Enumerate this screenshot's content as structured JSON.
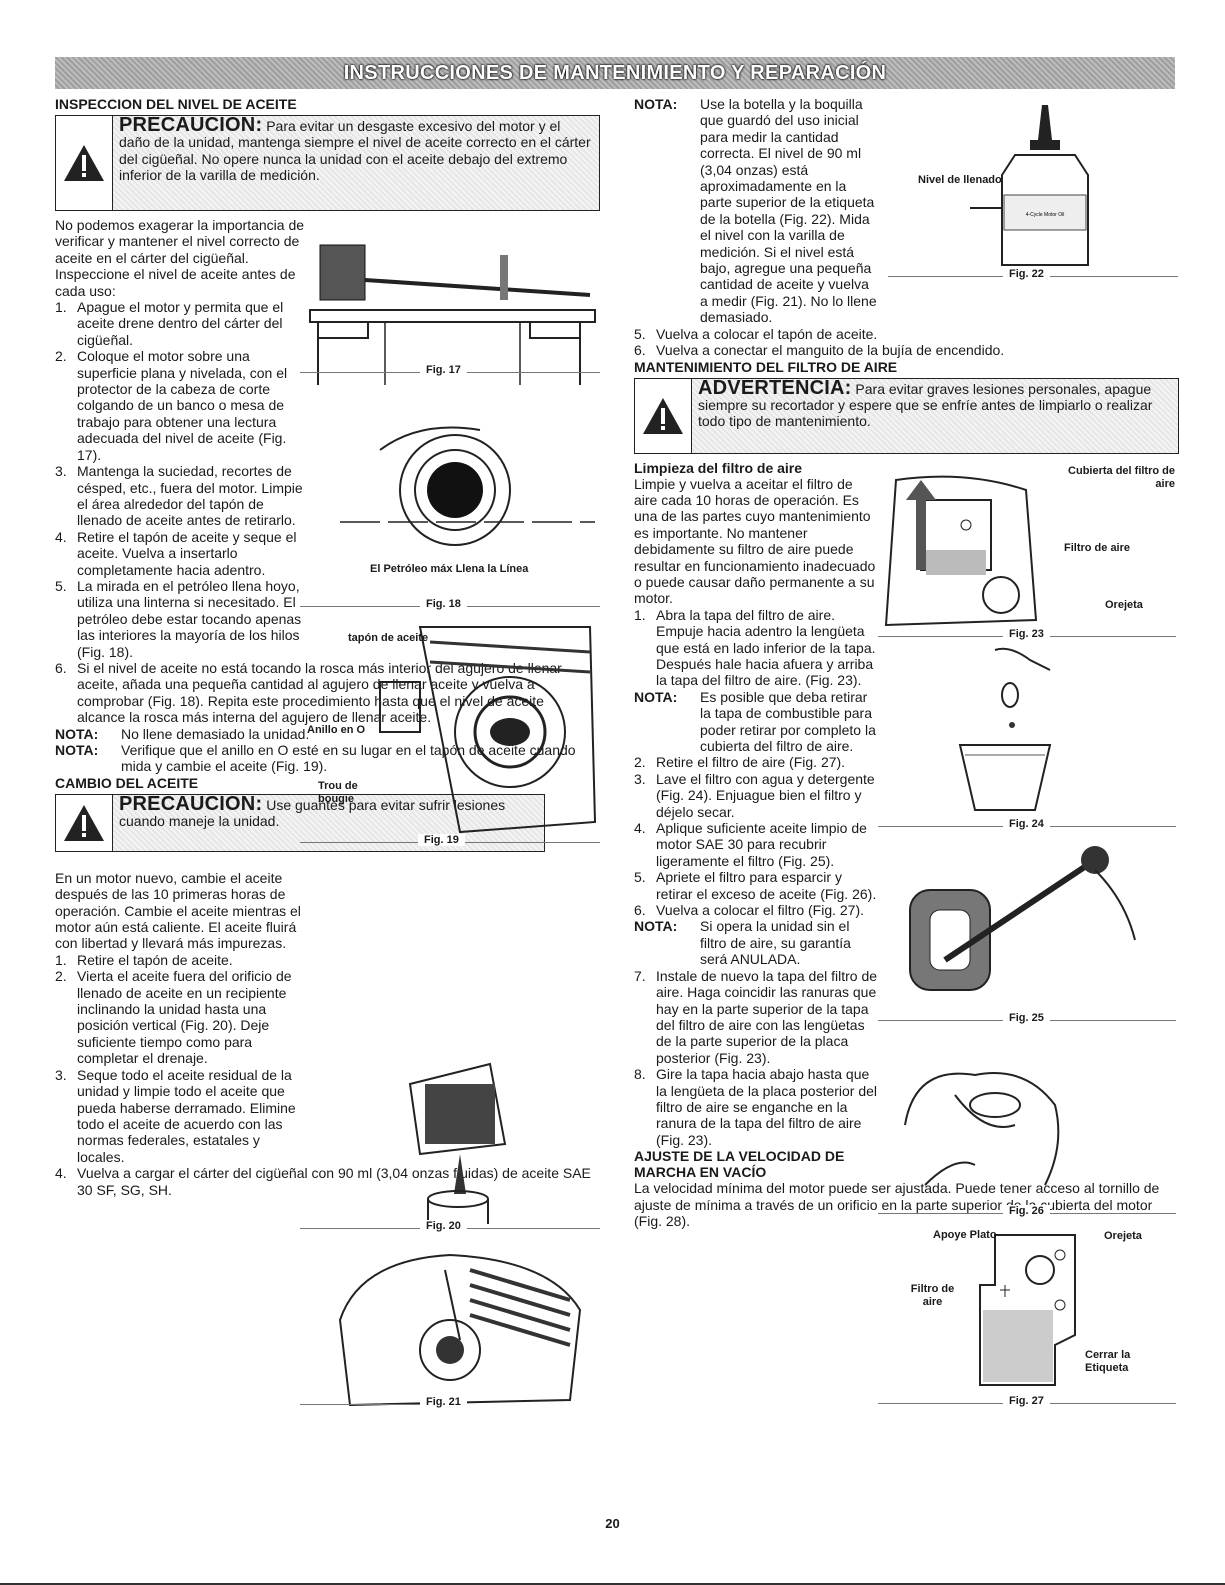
{
  "header": {
    "title": "INSTRUCCIONES DE MANTENIMIENTO Y REPARACIÓN"
  },
  "left": {
    "oil_check": {
      "heading": "INSPECCION DEL NIVEL DE ACEITE",
      "caution_kw": "PRECAUCION:",
      "caution_text": " Para evitar un desgaste excesivo del motor y el daño de la unidad, mantenga siempre el nivel de aceite correcto en el cárter del cigüeñal. No opere nunca la unidad con el aceite debajo del extremo inferior de la varilla de medición.",
      "intro": "No podemos exagerar la importancia de verificar y mantener el nivel correcto de aceite en el cárter del cigüeñal. Inspeccione el nivel de aceite antes de cada uso:",
      "steps": [
        {
          "n": "1.",
          "t": "Apague el motor y permita que el aceite drene dentro del cárter del cigüeñal."
        },
        {
          "n": "2.",
          "t": "Coloque el motor sobre una superficie plana y nivelada, con el protector de la cabeza de corte colgando de un banco o mesa de trabajo para obtener una lectura adecuada del nivel de aceite (Fig. 17)."
        },
        {
          "n": "3.",
          "t": "Mantenga la suciedad, recortes de césped, etc., fuera del motor. Limpie el área alrededor del tapón de llenado de aceite antes de retirarlo."
        },
        {
          "n": "4.",
          "t": "Retire el tapón de aceite y seque el aceite. Vuelva a insertarlo completamente hacia adentro."
        },
        {
          "n": "5.",
          "t": "La mirada en el petróleo llena hoyo, utiliza una linterna si necesitado. El petróleo debe estar tocando apenas las interiores la mayoría de los hilos (Fig. 18)."
        },
        {
          "n": "6.",
          "t": "Si el nivel de aceite no está tocando la rosca más interior del agujero de llenar aceite, añada una pequeña cantidad al agujero de llenar aceite y vuelva a comprobar (Fig. 18). Repita este procedimiento hasta que el nivel de aceite alcance la rosca más interna del agujero de llenar aceite."
        }
      ],
      "notes": [
        {
          "k": "NOTA:",
          "t": "No llene demasiado la unidad."
        },
        {
          "k": "NOTA:",
          "t": "Verifique que el anillo en O esté en su lugar en el tapón de aceite cuando mida y cambie el aceite (Fig. 19)."
        }
      ]
    },
    "oil_change": {
      "heading": "CAMBIO DEL ACEITE",
      "caution_kw": "PRECAUCION:",
      "caution_text": " Use guantes para evitar sufrir lesiones cuando maneje la unidad.",
      "intro": "En un motor nuevo, cambie el aceite después de las 10 primeras horas de operación. Cambie el aceite mientras el motor aún está caliente. El aceite fluirá con libertad y llevará más impurezas.",
      "steps": [
        {
          "n": "1.",
          "t": "Retire el tapón de aceite."
        },
        {
          "n": "2.",
          "t": "Vierta el aceite fuera del orificio de llenado de aceite en un recipiente inclinando la unidad hasta una posición vertical (Fig. 20). Deje suficiente tiempo como para completar el drenaje."
        },
        {
          "n": "3.",
          "t": "Seque todo el aceite residual de la unidad y limpie todo el aceite que pueda haberse derramado. Elimine todo el aceite de acuerdo con las normas federales, estatales y locales."
        },
        {
          "n": "4.",
          "t": "Vuelva a cargar el cárter del cigüeñal con 90 ml (3,04 onzas fluidas) de aceite SAE 30 SF, SG, SH."
        }
      ]
    }
  },
  "right": {
    "note_top_k": "NOTA:",
    "note_top": "Use la botella y la boquilla que guardó del uso inicial para medir la cantidad correcta. El nivel de 90 ml (3,04 onzas) está aproximadamente en la parte superior de la etiqueta de la botella (Fig. 22). Mida el nivel con la varilla de medición. Si el nivel está bajo, agregue una pequeña cantidad de aceite y vuelva a medir (Fig. 21). No lo llene demasiado.",
    "steps_top": [
      {
        "n": "5.",
        "t": "Vuelva a colocar el tapón de aceite."
      },
      {
        "n": "6.",
        "t": "Vuelva a conectar el manguito de la bujía de encendido."
      }
    ],
    "filter": {
      "heading": "MANTENIMIENTO DEL FILTRO DE AIRE",
      "warn_kw": "ADVERTENCIA:",
      "warn_text": " Para evitar graves lesiones personales, apague siempre su recortador y espere que se enfríe antes de limpiarlo o realizar todo tipo de mantenimiento.",
      "sub": "Limpieza del filtro de aire",
      "intro": "Limpie y vuelva a aceitar el filtro de aire cada 10 horas de operación. Es una de las partes cuyo mantenimiento es importante. No mantener debidamente su filtro de aire puede resultar en funcionamiento inadecuado o puede causar daño permanente a su motor.",
      "step1": {
        "n": "1.",
        "t": "Abra la tapa del filtro de aire. Empuje hacia adentro la lengüeta que está en lado inferior de la tapa. Después hale hacia afuera y arriba la tapa del filtro de aire. (Fig. 23)."
      },
      "note1": {
        "k": "NOTA:",
        "t": "Es posible que deba retirar la tapa de combustible para poder retirar por completo la cubierta del filtro de aire."
      },
      "steps2": [
        {
          "n": "2.",
          "t": "Retire el filtro de aire (Fig. 27)."
        },
        {
          "n": "3.",
          "t": "Lave el filtro con agua y detergente (Fig. 24). Enjuague bien el filtro y déjelo secar."
        },
        {
          "n": "4.",
          "t": "Aplique suficiente aceite limpio de motor SAE 30 para recubrir ligeramente el filtro (Fig. 25)."
        },
        {
          "n": "5.",
          "t": "Apriete el filtro para esparcir y retirar el exceso de aceite (Fig. 26)."
        },
        {
          "n": "6.",
          "t": "Vuelva a colocar el filtro (Fig. 27)."
        }
      ],
      "note2": {
        "k": "NOTA:",
        "t": "Si opera la unidad sin el filtro de aire, su garantía será ANULADA."
      },
      "steps3": [
        {
          "n": "7.",
          "t": "Instale de nuevo la tapa del filtro de aire. Haga coincidir las ranuras que hay en la parte superior de la tapa del filtro de aire con las lengüetas de la parte superior de la placa posterior (Fig. 23)."
        },
        {
          "n": "8.",
          "t": "Gire la tapa hacia abajo hasta que la lengüeta de la placa posterior del filtro de aire se enganche en la ranura de la tapa del filtro de aire (Fig. 23)."
        }
      ]
    },
    "idle": {
      "heading": "AJUSTE DE LA VELOCIDAD DE MARCHA EN VACÍO",
      "text": "La velocidad mínima del motor puede ser ajustada. Puede tener acceso al tornillo de ajuste de mínima a través de un orificio en la parte superior de la cubierta del motor (Fig. 28)."
    }
  },
  "figures": {
    "fig17": "Fig. 17",
    "fig18": "Fig. 18",
    "fig18_label": "El Petróleo máx Llena la Línea",
    "fig19": "Fig. 19",
    "fig19_cap": "tapón de aceite",
    "fig19_oring": "Anillo en O",
    "fig19_trou": "Trou de bougie",
    "fig20": "Fig. 20",
    "fig21": "Fig. 21",
    "fig22": "Fig. 22",
    "fig22_label": "Nivel de llenado",
    "fig22_bottle": "4-Cycle Motor Oil",
    "fig23": "Fig. 23",
    "fig23_cover": "Cubierta del filtro de aire",
    "fig23_filter": "Filtro de aire",
    "fig23_tab": "Orejeta",
    "fig24": "Fig. 24",
    "fig25": "Fig. 25",
    "fig26": "Fig. 26",
    "fig27": "Fig. 27",
    "fig27_plate": "Apoye Plato",
    "fig27_tab": "Orejeta",
    "fig27_filter": "Filtro de aire",
    "fig27_close": "Cerrar la Etiqueta"
  },
  "page_number": "20",
  "icons": {
    "warning": "warning-triangle-icon"
  }
}
